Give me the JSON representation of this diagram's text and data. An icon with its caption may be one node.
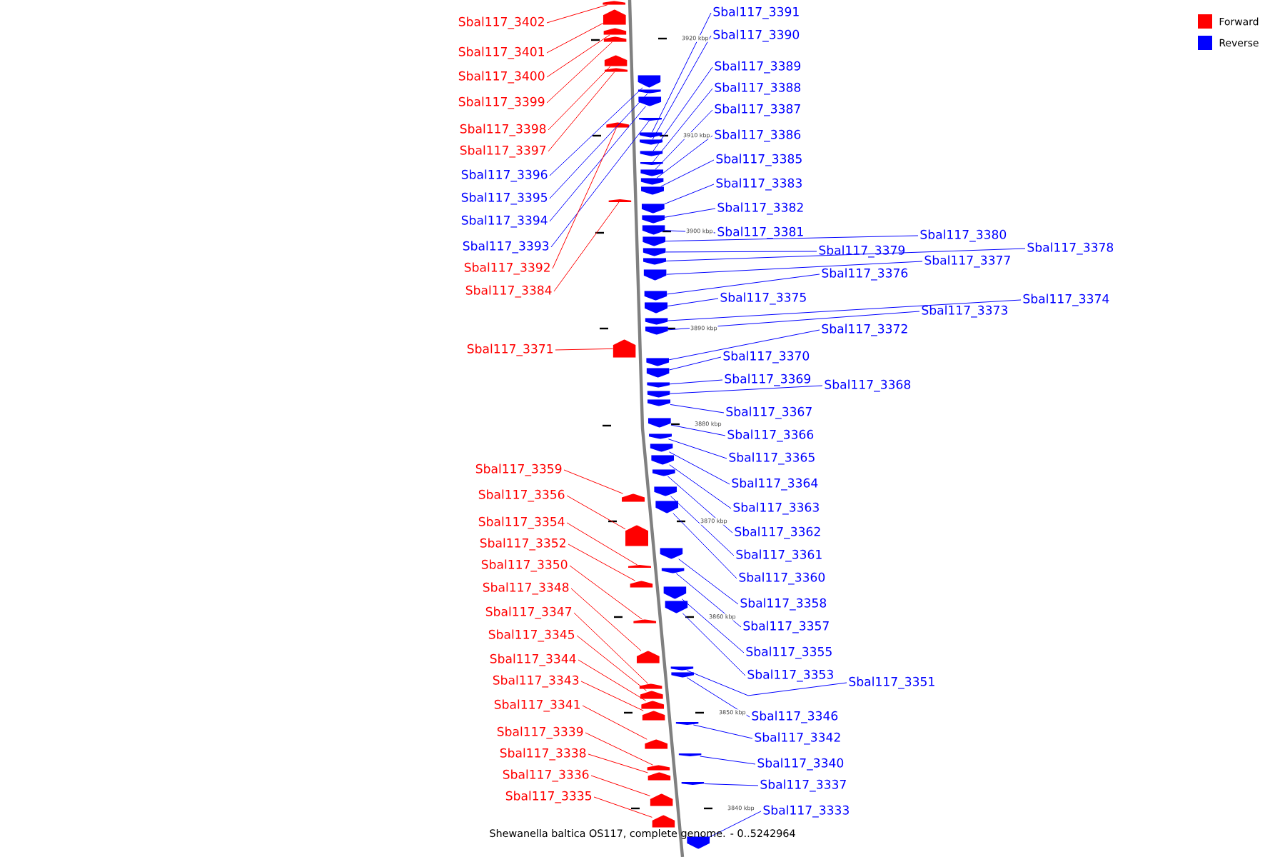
{
  "diagram": {
    "caption": "Shewanella baltica OS117, complete genome. - 0..5242964",
    "nodes": [
      {
        "text": [
          "Sbal117_3402"
        ]
      },
      {
        "text": [
          "Sbal117_3401"
        ]
      },
      {
        "text": [
          "Sbal117_3400"
        ]
      },
      {
        "text": [
          "Sbal117_3399"
        ]
      },
      {
        "text": [
          "Sbal117_3398"
        ]
      },
      {
        "text": [
          "Sbal117_3397"
        ]
      },
      {
        "text": [
          "Sbal117_3396"
        ]
      },
      {
        "text": [
          "Sbal117_3395"
        ]
      },
      {
        "text": [
          "Sbal117_3394"
        ]
      },
      {
        "text": [
          "Sbal117_3393"
        ]
      },
      {
        "text": [
          "Sbal117_3392"
        ]
      },
      {
        "text": [
          "Sbal117_3384"
        ]
      },
      {
        "text": [
          "Sbal117_3371"
        ]
      },
      {
        "text": [
          "Sbal117_3359"
        ]
      },
      {
        "text": [
          "Sbal117_3356"
        ]
      },
      {
        "text": [
          "Sbal117_3354"
        ]
      },
      {
        "text": [
          "Sbal117_3352"
        ]
      },
      {
        "text": [
          "Sbal117_3350"
        ]
      },
      {
        "text": [
          "Sbal117_3348"
        ]
      },
      {
        "text": [
          "Sbal117_3347"
        ]
      },
      {
        "text": [
          "Sbal117_3345"
        ]
      },
      {
        "text": [
          "Sbal117_3344"
        ]
      },
      {
        "text": [
          "Sbal117_3343"
        ]
      },
      {
        "text": [
          "Sbal117_3341"
        ]
      },
      {
        "text": [
          "Sbal117_3339"
        ]
      },
      {
        "text": [
          "Sbal117_3338"
        ]
      },
      {
        "text": [
          "Sbal117_3336"
        ]
      },
      {
        "text": [
          "Sbal117_3335"
        ]
      },
      {
        "text": [
          "Sbal117_3391"
        ]
      },
      {
        "text": [
          "Sbal117_3390"
        ]
      },
      {
        "text": [
          "Sbal117_3389"
        ]
      },
      {
        "text": [
          "Sbal117_3388"
        ]
      },
      {
        "text": [
          "Sbal117_3387"
        ]
      },
      {
        "text": [
          "Sbal117_3386"
        ]
      },
      {
        "text": [
          "Sbal117_3385"
        ]
      },
      {
        "text": [
          "Sbal117_3383"
        ]
      },
      {
        "text": [
          "Sbal117_3382"
        ]
      },
      {
        "text": [
          "Sbal117_3381"
        ]
      },
      {
        "text": [
          "Sbal117_3380"
        ]
      },
      {
        "text": [
          "Sbal117_3379"
        ]
      },
      {
        "text": [
          "Sbal117_3378"
        ]
      },
      {
        "text": [
          "Sbal117_3377"
        ]
      },
      {
        "text": [
          "Sbal117_3376"
        ]
      },
      {
        "text": [
          "Sbal117_3375"
        ]
      },
      {
        "text": [
          "Sbal117_3374"
        ]
      },
      {
        "text": [
          "Sbal117_3373"
        ]
      },
      {
        "text": [
          "Sbal117_3372"
        ]
      },
      {
        "text": [
          "Sbal117_3370"
        ]
      },
      {
        "text": [
          "Sbal117_3369"
        ]
      },
      {
        "text": [
          "Sbal117_3368"
        ]
      },
      {
        "text": [
          "Sbal117_3367"
        ]
      },
      {
        "text": [
          "Sbal117_3366"
        ]
      },
      {
        "text": [
          "Sbal117_3365"
        ]
      },
      {
        "text": [
          "Sbal117_3364"
        ]
      },
      {
        "text": [
          "Sbal117_3363"
        ]
      },
      {
        "text": [
          "Sbal117_3362"
        ]
      },
      {
        "text": [
          "Sbal117_3361"
        ]
      },
      {
        "text": [
          "Sbal117_3360"
        ]
      },
      {
        "text": [
          "Sbal117_3358"
        ]
      },
      {
        "text": [
          "Sbal117_3357"
        ]
      },
      {
        "text": [
          "Sbal117_3355"
        ]
      },
      {
        "text": [
          "Sbal117_3353"
        ]
      },
      {
        "text": [
          "Sbal117_3351"
        ]
      },
      {
        "text": [
          "Sbal117_3346"
        ]
      },
      {
        "text": [
          "Sbal117_3342"
        ]
      },
      {
        "text": [
          "Sbal117_3340"
        ]
      },
      {
        "text": [
          "Sbal117_3337"
        ]
      },
      {
        "text": [
          "Sbal117_3333"
        ]
      },
      {
        "text": [],
        "shape": "arrow"
      },
      {
        "text": [],
        "shape": "arrow"
      },
      {
        "text": [],
        "shape": "arrow"
      },
      {
        "text": [],
        "shape": "arrow"
      },
      {
        "text": [],
        "shape": "arrow"
      },
      {
        "text": [],
        "shape": "arrow"
      },
      {
        "text": [],
        "shape": "arrow"
      },
      {
        "text": [],
        "shape": "arrow"
      },
      {
        "text": [],
        "shape": "arrow"
      },
      {
        "text": [],
        "shape": "arrow"
      },
      {
        "text": [],
        "shape": "arrow"
      },
      {
        "text": [],
        "shape": "arrow"
      },
      {
        "text": [],
        "shape": "arrow"
      },
      {
        "text": [],
        "shape": "arrow"
      },
      {
        "text": [],
        "shape": "arrow"
      },
      {
        "text": [],
        "shape": "arrow"
      },
      {
        "text": [],
        "shape": "arrow"
      },
      {
        "text": [],
        "shape": "arrow"
      },
      {
        "text": [],
        "shape": "arrow"
      },
      {
        "text": [],
        "shape": "arrow"
      },
      {
        "text": [],
        "shape": "arrow"
      },
      {
        "text": [],
        "shape": "arrow"
      },
      {
        "text": [],
        "shape": "arrow"
      },
      {
        "text": [],
        "shape": "arrow"
      },
      {
        "text": [],
        "shape": "arrow"
      },
      {
        "text": [],
        "shape": "arrow"
      },
      {
        "text": [],
        "shape": "arrow"
      },
      {
        "text": [],
        "shape": "arrow"
      },
      {
        "text": [],
        "shape": "arrow"
      },
      {
        "text": [],
        "shape": "arrow"
      },
      {
        "text": [],
        "shape": "arrow"
      },
      {
        "text": [],
        "shape": "arrow"
      },
      {
        "text": [],
        "shape": "arrow"
      },
      {
        "text": [],
        "shape": "arrow"
      },
      {
        "text": [],
        "shape": "arrow"
      },
      {
        "text": [],
        "shape": "arrow"
      },
      {
        "text": [],
        "shape": "arrow"
      },
      {
        "text": [],
        "shape": "arrow"
      },
      {
        "text": [],
        "shape": "arrow"
      },
      {
        "text": [],
        "shape": "arrow"
      },
      {
        "text": [],
        "shape": "arrow"
      },
      {
        "text": [],
        "shape": "arrow"
      },
      {
        "text": [],
        "shape": "arrow"
      },
      {
        "text": [],
        "shape": "arrow"
      },
      {
        "text": [],
        "shape": "arrow"
      },
      {
        "text": [],
        "shape": "arrow"
      },
      {
        "text": [],
        "shape": "arrow"
      },
      {
        "text": [],
        "shape": "arrow"
      },
      {
        "text": [],
        "shape": "arrow"
      },
      {
        "text": [],
        "shape": "arrow"
      },
      {
        "text": [],
        "shape": "arrow"
      },
      {
        "text": [],
        "shape": "arrow"
      },
      {
        "text": [],
        "shape": "arrow"
      },
      {
        "text": [],
        "shape": "arrow"
      },
      {
        "text": [],
        "shape": "arrow"
      },
      {
        "text": [],
        "shape": "arrow"
      },
      {
        "text": [],
        "shape": "arrow"
      },
      {
        "text": [],
        "shape": "arrow"
      },
      {
        "text": [],
        "shape": "arrow"
      },
      {
        "text": [],
        "shape": "arrow"
      },
      {
        "text": [],
        "shape": "arrow"
      },
      {
        "text": [],
        "shape": "arrow"
      },
      {
        "text": [],
        "shape": "arrow"
      },
      {
        "text": [],
        "shape": "arrow"
      },
      {
        "text": [],
        "shape": "arrow"
      },
      {
        "text": [],
        "shape": "arrow"
      },
      {
        "text": [],
        "shape": "arrow"
      },
      {
        "text": [],
        "shape": "arrow"
      }
    ],
    "edges": [
      {
        "from": 0,
        "to": 68,
        "arrow": "none",
        "color": "#ff0000"
      },
      {
        "from": 1,
        "to": 69,
        "arrow": "none",
        "color": "#ff0000"
      },
      {
        "from": 2,
        "to": 70,
        "arrow": "none",
        "color": "#ff0000"
      },
      {
        "from": 3,
        "to": 71,
        "arrow": "none",
        "color": "#ff0000"
      },
      {
        "from": 4,
        "to": 72,
        "arrow": "none",
        "color": "#ff0000"
      },
      {
        "from": 5,
        "to": 73,
        "arrow": "none",
        "color": "#ff0000"
      },
      {
        "from": 6,
        "to": 74,
        "arrow": "none"
      },
      {
        "from": 7,
        "to": 75,
        "arrow": "none"
      },
      {
        "from": 8,
        "to": 76,
        "arrow": "none"
      },
      {
        "from": 9,
        "to": 77,
        "arrow": "none"
      },
      {
        "from": 10,
        "to": 78,
        "arrow": "none",
        "color": "#ff0000"
      },
      {
        "from": 11,
        "to": 79,
        "arrow": "none",
        "color": "#ff0000"
      },
      {
        "from": 12,
        "to": 80,
        "arrow": "none",
        "color": "#ff0000"
      },
      {
        "from": 13,
        "to": 81,
        "arrow": "none",
        "color": "#ff0000"
      },
      {
        "from": 14,
        "to": 82,
        "arrow": "none",
        "color": "#ff0000"
      },
      {
        "from": 15,
        "to": 83,
        "arrow": "none",
        "color": "#ff0000"
      },
      {
        "from": 16,
        "to": 84,
        "arrow": "none",
        "color": "#ff0000"
      },
      {
        "from": 17,
        "to": 85,
        "arrow": "none",
        "color": "#ff0000"
      },
      {
        "from": 18,
        "to": 86,
        "arrow": "none",
        "color": "#ff0000"
      },
      {
        "from": 19,
        "to": 87,
        "arrow": "none",
        "color": "#ff0000"
      },
      {
        "from": 20,
        "to": 88,
        "arrow": "none",
        "color": "#ff0000"
      },
      {
        "from": 21,
        "to": 89,
        "arrow": "none",
        "color": "#ff0000"
      },
      {
        "from": 22,
        "to": 90,
        "arrow": "none",
        "color": "#ff0000"
      },
      {
        "from": 23,
        "to": 91,
        "arrow": "none",
        "color": "#ff0000"
      },
      {
        "from": 24,
        "to": 92,
        "arrow": "none",
        "color": "#ff0000"
      },
      {
        "from": 25,
        "to": 93,
        "arrow": "none",
        "color": "#ff0000"
      },
      {
        "from": 26,
        "to": 94,
        "arrow": "none",
        "color": "#ff0000"
      },
      {
        "from": 27,
        "to": 95,
        "arrow": "none",
        "color": "#ff0000"
      },
      {
        "from": 28,
        "to": 96,
        "arrow": "none"
      },
      {
        "from": 29,
        "to": 97,
        "arrow": "none"
      },
      {
        "from": 30,
        "to": 98,
        "arrow": "none"
      },
      {
        "from": 31,
        "to": 99,
        "arrow": "none"
      },
      {
        "from": 32,
        "to": 100,
        "arrow": "none"
      },
      {
        "from": 33,
        "to": 101,
        "arrow": "none"
      },
      {
        "from": 34,
        "to": 102,
        "arrow": "none"
      },
      {
        "from": 35,
        "to": 103,
        "arrow": "none"
      },
      {
        "from": 36,
        "to": 104,
        "arrow": "none"
      },
      {
        "from": 37,
        "to": 105,
        "arrow": "none"
      },
      {
        "from": 38,
        "to": 106,
        "arrow": "none"
      },
      {
        "from": 39,
        "to": 107,
        "arrow": "none"
      },
      {
        "from": 40,
        "to": 108,
        "arrow": "none"
      },
      {
        "from": 41,
        "to": 109,
        "arrow": "none"
      },
      {
        "from": 42,
        "to": 110,
        "arrow": "none"
      },
      {
        "from": 43,
        "to": 111,
        "arrow": "none"
      },
      {
        "from": 44,
        "to": 112,
        "arrow": "none"
      },
      {
        "from": 45,
        "to": 113,
        "arrow": "none"
      },
      {
        "from": 46,
        "to": 114,
        "arrow": "none"
      },
      {
        "from": 47,
        "to": 115,
        "arrow": "none"
      },
      {
        "from": 48,
        "to": 116,
        "arrow": "none"
      },
      {
        "from": 49,
        "to": 117,
        "arrow": "none"
      },
      {
        "from": 50,
        "to": 118,
        "arrow": "none"
      },
      {
        "from": 51,
        "to": 119,
        "arrow": "none"
      },
      {
        "from": 52,
        "to": 120,
        "arrow": "none"
      },
      {
        "from": 53,
        "to": 121,
        "arrow": "none"
      },
      {
        "from": 54,
        "to": 122,
        "arrow": "none"
      },
      {
        "from": 55,
        "to": 123,
        "arrow": "none"
      },
      {
        "from": 56,
        "to": 124,
        "arrow": "none"
      },
      {
        "from": 57,
        "to": 125,
        "arrow": "none"
      },
      {
        "from": 58,
        "to": 126,
        "arrow": "none"
      },
      {
        "from": 59,
        "to": 127,
        "arrow": "none"
      },
      {
        "from": 60,
        "to": 128,
        "arrow": "none"
      },
      {
        "from": 61,
        "to": 129,
        "arrow": "none"
      },
      {
        "from": 62,
        "to": 130,
        "arrow": "none"
      },
      {
        "from": 63,
        "to": 131,
        "arrow": "none"
      },
      {
        "from": 64,
        "to": 132,
        "arrow": "none"
      },
      {
        "from": 65,
        "to": 133,
        "arrow": "none"
      },
      {
        "from": 66,
        "to": 134,
        "arrow": "none"
      },
      {
        "from": 67,
        "to": 135,
        "arrow": "none"
      }
    ],
    "labels": [
      "3920 kbp",
      "3910 kbp",
      "3900 kbp",
      "3890 kbp",
      "3880 kbp",
      "3870 kbp",
      "3860 kbp",
      "3850 kbp",
      "3840 kbp"
    ],
    "legend": [
      {
        "text": "Forward",
        "color": "#ff0000"
      },
      {
        "text": "Reverse",
        "color": "#0000ff"
      }
    ]
  }
}
